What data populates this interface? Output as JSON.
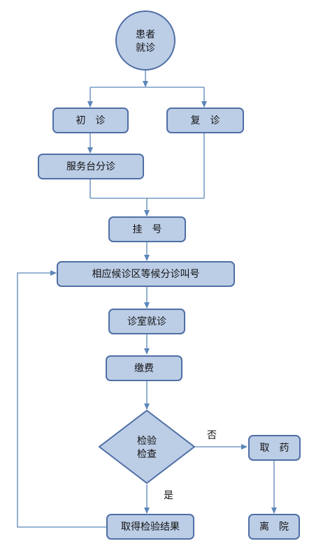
{
  "diagram": {
    "start": {
      "line1": "患者",
      "line2": "就诊"
    },
    "first_visit": "初　诊",
    "return_visit": "复　诊",
    "service_desk": "服务台分诊",
    "register": "挂　号",
    "waiting_area": "相应候诊区等候分诊叫号",
    "consult": "诊室就诊",
    "payment": "缴费",
    "decision": {
      "line1": "检验",
      "line2": "检查"
    },
    "pharmacy": "取　药",
    "results": "取得检验结果",
    "discharge": "离　院",
    "label_no": "否",
    "label_yes": "是"
  },
  "colors": {
    "node_fill": "#bccde6",
    "node_stroke": "#4f6fa5",
    "arrow": "#5b86b8"
  }
}
